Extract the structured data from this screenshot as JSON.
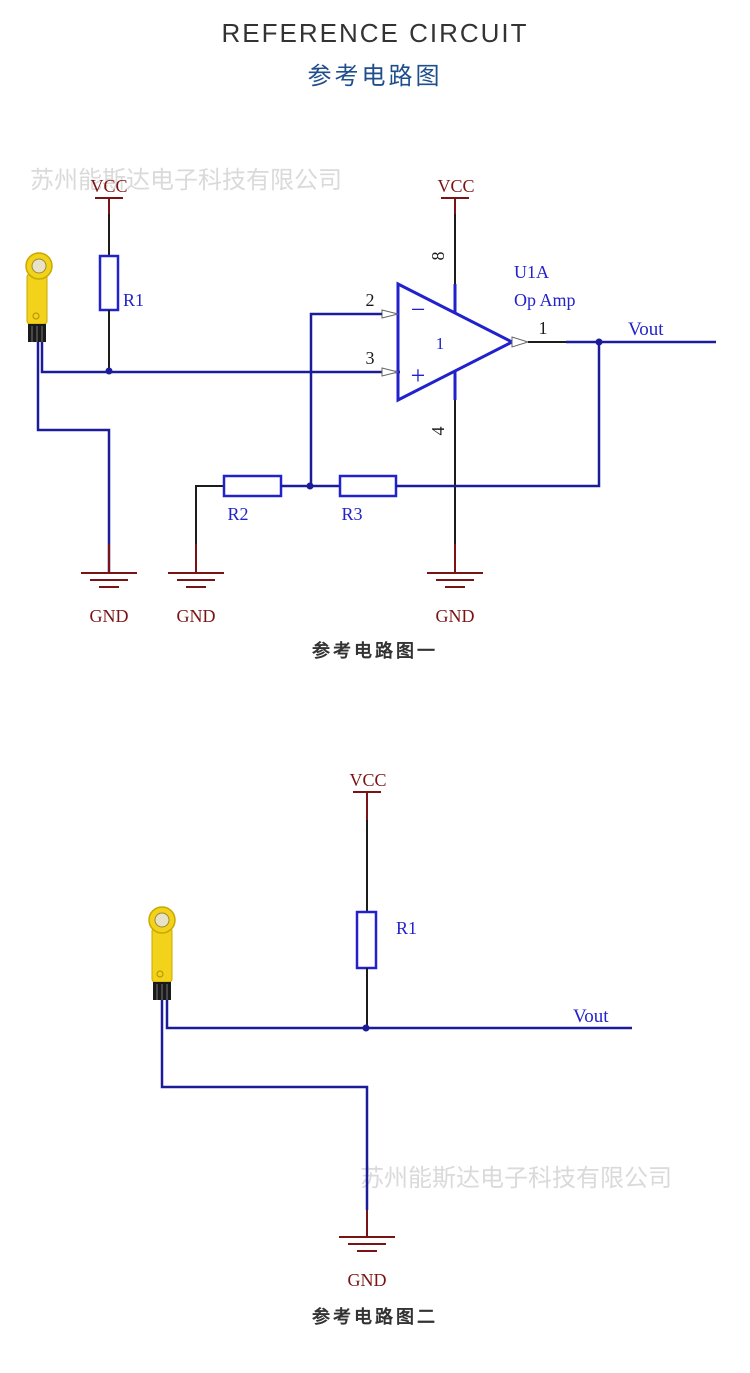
{
  "header": {
    "title_en": "REFERENCE CIRCUIT",
    "title_cn": "参考电路图"
  },
  "watermark": "苏州能斯达电子科技有限公司",
  "colors": {
    "wire": "#1c1c9a",
    "component": "#2222cc",
    "power": "#7a1414",
    "net_label": "#2222cc"
  },
  "diagram1": {
    "caption": "参考电路图一",
    "vcc_label": "VCC",
    "gnd_label": "GND",
    "r1": "R1",
    "r2": "R2",
    "r3": "R3",
    "opamp": {
      "ref": "U1A",
      "type": "Op Amp",
      "unit": "1",
      "pin_inv": "2",
      "pin_noninv": "3",
      "pin_out": "1",
      "pin_vplus": "8",
      "pin_vminus": "4",
      "minus_sign": "−",
      "plus_sign": "+"
    },
    "vout": "Vout"
  },
  "diagram2": {
    "caption": "参考电路图二",
    "vcc_label": "VCC",
    "gnd_label": "GND",
    "r1": "R1",
    "vout": "Vout"
  }
}
